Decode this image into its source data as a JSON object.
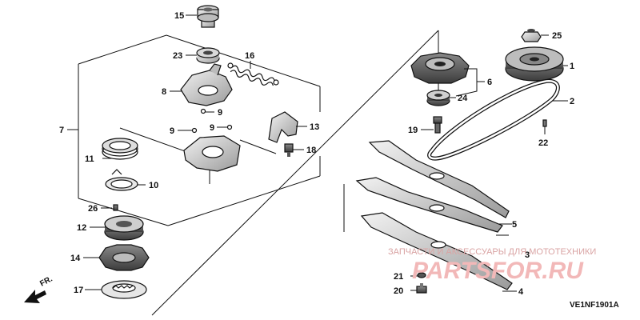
{
  "diagram_code": "VE1NF1901A",
  "watermark": {
    "tagline": "ЗАПЧАСТИ И АКСЕССУАРЫ ДЛЯ МОТОТЕХНИКИ",
    "logo": "PARTSFOR.RU"
  },
  "direction_marker": "FR.",
  "parts": [
    {
      "id": "p15",
      "number": "15"
    },
    {
      "id": "p23",
      "number": "23"
    },
    {
      "id": "p16",
      "number": "16"
    },
    {
      "id": "p8",
      "number": "8"
    },
    {
      "id": "p9a",
      "number": "9"
    },
    {
      "id": "p9b",
      "number": "9"
    },
    {
      "id": "p9c",
      "number": "9"
    },
    {
      "id": "p7",
      "number": "7"
    },
    {
      "id": "p13",
      "number": "13"
    },
    {
      "id": "p18",
      "number": "18"
    },
    {
      "id": "p11",
      "number": "11"
    },
    {
      "id": "p10",
      "number": "10"
    },
    {
      "id": "p26",
      "number": "26"
    },
    {
      "id": "p12",
      "number": "12"
    },
    {
      "id": "p14",
      "number": "14"
    },
    {
      "id": "p17",
      "number": "17"
    },
    {
      "id": "p25",
      "number": "25"
    },
    {
      "id": "p1",
      "number": "1"
    },
    {
      "id": "p6",
      "number": "6"
    },
    {
      "id": "p24",
      "number": "24"
    },
    {
      "id": "p2",
      "number": "2"
    },
    {
      "id": "p19",
      "number": "19"
    },
    {
      "id": "p22",
      "number": "22"
    },
    {
      "id": "p3",
      "number": "3"
    },
    {
      "id": "p5",
      "number": "5"
    },
    {
      "id": "p21",
      "number": "21"
    },
    {
      "id": "p20",
      "number": "20"
    },
    {
      "id": "p4",
      "number": "4"
    }
  ]
}
